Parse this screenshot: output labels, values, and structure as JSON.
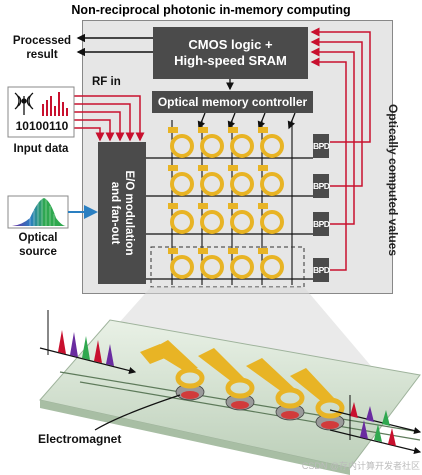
{
  "title": "Non-reciprocal photonic in-memory computing",
  "cmos": {
    "line1": "CMOS logic +",
    "line2": "High-speed SRAM"
  },
  "controller": "Optical memory controller",
  "modulator": {
    "line1": "E/O modulation",
    "line2": "and fan-out"
  },
  "detector_label": "BPD",
  "detectors": [
    "BPD",
    "BPD",
    "BPD",
    "BPD"
  ],
  "processed_result": {
    "line1": "Processed",
    "line2": "result"
  },
  "rf_in": "RF in",
  "input_bits": "10100110",
  "input_data": "Input data",
  "optical_source": {
    "line1": "Optical",
    "line2": "source"
  },
  "optically_computed": "Optically computed values",
  "electromagnet": "Electromagnet",
  "watermark": "CSDN @存内计算开发者社区",
  "colors": {
    "red": "#c8102e",
    "blue": "#2a7fc1",
    "gold": "#e8b425",
    "dark": "#4b4b4b",
    "chip_bg": "#e6e6e6"
  }
}
